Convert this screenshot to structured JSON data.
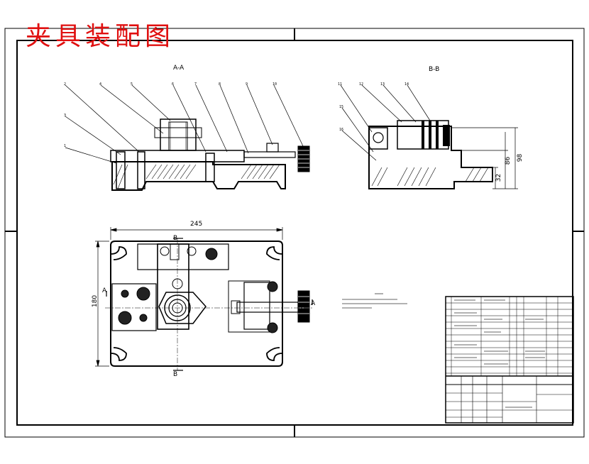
{
  "drawing": {
    "overlay_title": "夹具装配图",
    "section_aa": "A-A",
    "section_bb": "B-B",
    "plan_view": {
      "width_dim": "245",
      "height_dim": "180",
      "section_marker_top": "B",
      "section_marker_bottom": "B",
      "section_marker_left": "A",
      "section_marker_right": "A"
    },
    "side_view": {
      "dim_outer": "98",
      "dim_mid": "86",
      "dim_inner": "32"
    },
    "balloons_aa": [
      "1",
      "2",
      "3",
      "4",
      "5",
      "6",
      "7",
      "8",
      "9",
      "10"
    ],
    "balloons_bb": [
      "11",
      "12",
      "13",
      "14",
      "15",
      "16"
    ]
  }
}
